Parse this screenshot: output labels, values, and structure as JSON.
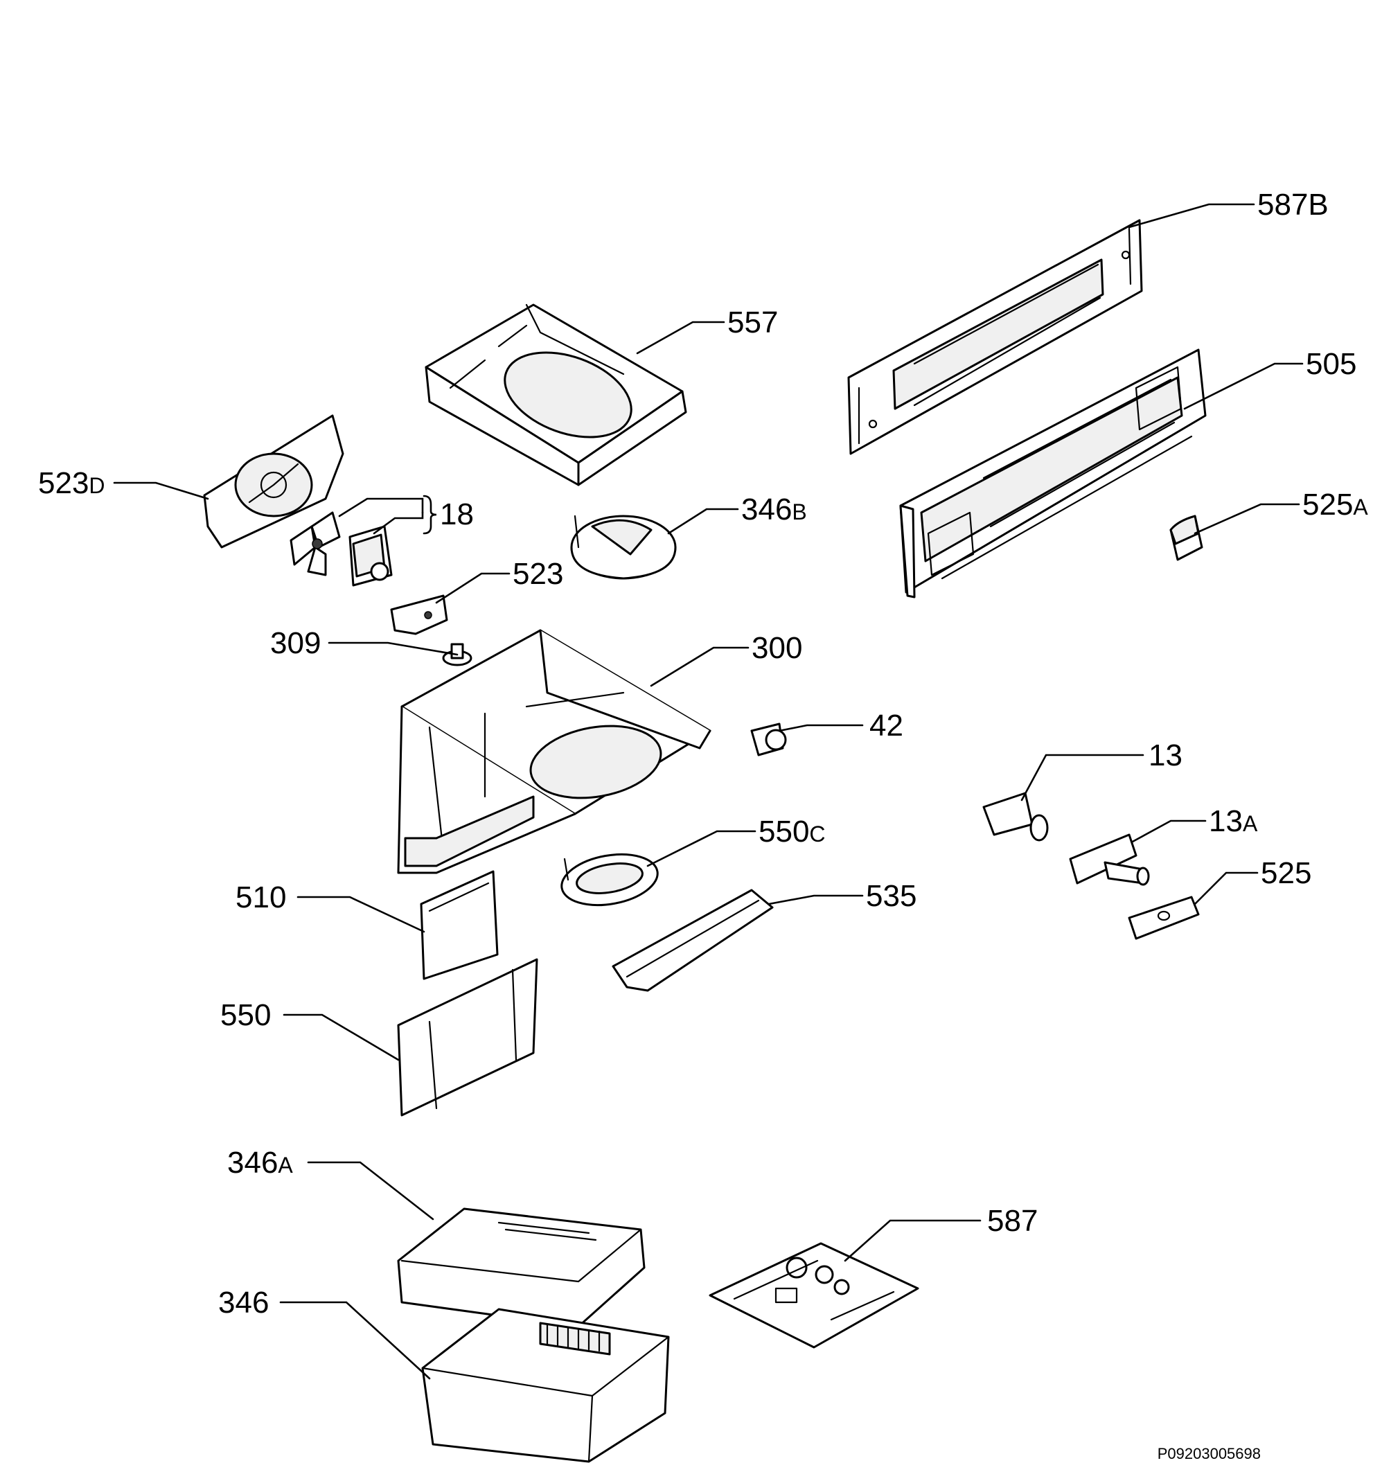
{
  "labels": [
    {
      "id": "587b",
      "num": "587",
      "suffix": "B"
    },
    {
      "id": "557",
      "num": "557",
      "suffix": ""
    },
    {
      "id": "505",
      "num": "505",
      "suffix": ""
    },
    {
      "id": "523d",
      "num": "523",
      "suffix": "D"
    },
    {
      "id": "18",
      "num": "18",
      "suffix": ""
    },
    {
      "id": "346b",
      "num": "346",
      "suffix": "B"
    },
    {
      "id": "525a",
      "num": "525",
      "suffix": "A"
    },
    {
      "id": "523",
      "num": "523",
      "suffix": ""
    },
    {
      "id": "309",
      "num": "309",
      "suffix": ""
    },
    {
      "id": "300",
      "num": "300",
      "suffix": ""
    },
    {
      "id": "42",
      "num": "42",
      "suffix": ""
    },
    {
      "id": "13",
      "num": "13",
      "suffix": ""
    },
    {
      "id": "550c",
      "num": "550",
      "suffix": "C"
    },
    {
      "id": "13a",
      "num": "13",
      "suffix": "A"
    },
    {
      "id": "510",
      "num": "510",
      "suffix": ""
    },
    {
      "id": "535",
      "num": "535",
      "suffix": ""
    },
    {
      "id": "525",
      "num": "525",
      "suffix": ""
    },
    {
      "id": "550",
      "num": "550",
      "suffix": ""
    },
    {
      "id": "346a",
      "num": "346",
      "suffix": "A"
    },
    {
      "id": "587",
      "num": "587",
      "suffix": ""
    },
    {
      "id": "346",
      "num": "346",
      "suffix": ""
    }
  ],
  "drawing_ref": "P09203005698"
}
